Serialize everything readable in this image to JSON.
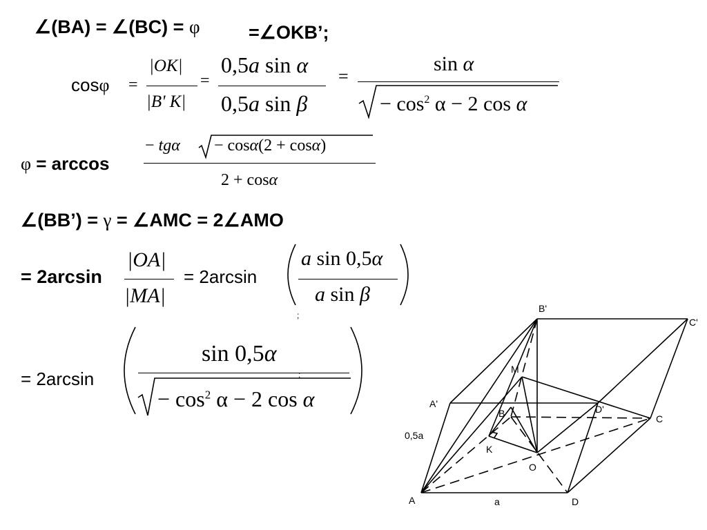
{
  "line1": {
    "angle": "∠",
    "part1": "(BA) = ",
    "part2": "(BC) = ",
    "phi": "φ",
    "eq": "=",
    "part3": "OKB’;"
  },
  "cos_eq": {
    "cos": "cos",
    "phi": "φ",
    "eq": "=",
    "f1_num": "|OK|",
    "f1_den": "|B' K|",
    "f2_num_coef": "0,5",
    "f2_num_a": "a",
    "f2_num_rest": " sin",
    "f2_num_greek": "α",
    "f2_den_coef": "0,5",
    "f2_den_a": "a",
    "f2_den_rest": " sin",
    "f2_den_greek": "β",
    "f3_num_func": "sin",
    "f3_num_greek": "α",
    "f3_den_a": "− cos",
    "f3_den_sup": "2",
    "f3_den_b": " α − 2 cos",
    "f3_den_greek": "α"
  },
  "phi_eq": {
    "phi": "φ",
    "label": " = arccos",
    "num_a": "− ",
    "num_tg": "tg",
    "num_alpha": "α",
    "num_rad": "− cos",
    "num_rad_alpha": "α",
    "num_rad_rest": "(2 + cos",
    "num_rad_alpha2": "α",
    "num_rad_close": ")",
    "den_a": "2 + cos",
    "den_alpha": "α"
  },
  "bb_eq": {
    "angle": "∠",
    "part1": "(BB’) = ",
    "gamma": "γ",
    "part2": " = ",
    "part3": "AMC = 2",
    "part4": "AMO"
  },
  "arcsin_eq1": {
    "label": "= 2arcsin",
    "f_num": "|OA|",
    "f_den": "|MA|",
    "eq": "= 2arcsin",
    "p_num_a": "a",
    "p_num_rest": " sin 0,5",
    "p_num_greek": "α",
    "p_den_a": "a",
    "p_den_rest": " sin",
    "p_den_greek": "β",
    "semi": ";"
  },
  "arcsin_eq2": {
    "label": "= 2arcsin",
    "num_func": "sin 0,5",
    "num_greek": "α",
    "den_a": "− cos",
    "den_sup": "2",
    "den_b": " α − 2 cos",
    "den_greek": "α",
    "semi": ";"
  },
  "diagram": {
    "labels": {
      "A": "A",
      "D": "D",
      "O": "O",
      "K": "K",
      "B": "B",
      "C": "C",
      "A1": "A'",
      "B1": "B'",
      "C1": "C'",
      "D1": "D'",
      "M": "M",
      "edge_a": "a",
      "edge_05a": "0,5a"
    }
  }
}
